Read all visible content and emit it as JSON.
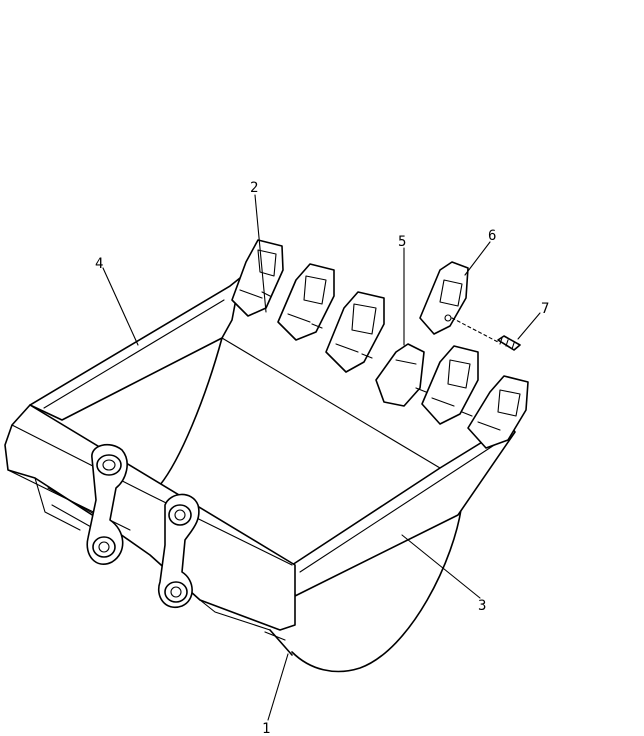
{
  "diagram": {
    "callouts": [
      {
        "id": "callout-1",
        "text": "1"
      },
      {
        "id": "callout-2",
        "text": "2"
      },
      {
        "id": "callout-3",
        "text": "3"
      },
      {
        "id": "callout-4",
        "text": "4"
      },
      {
        "id": "callout-5",
        "text": "5"
      },
      {
        "id": "callout-6",
        "text": "6"
      },
      {
        "id": "callout-7",
        "text": "7"
      }
    ]
  }
}
